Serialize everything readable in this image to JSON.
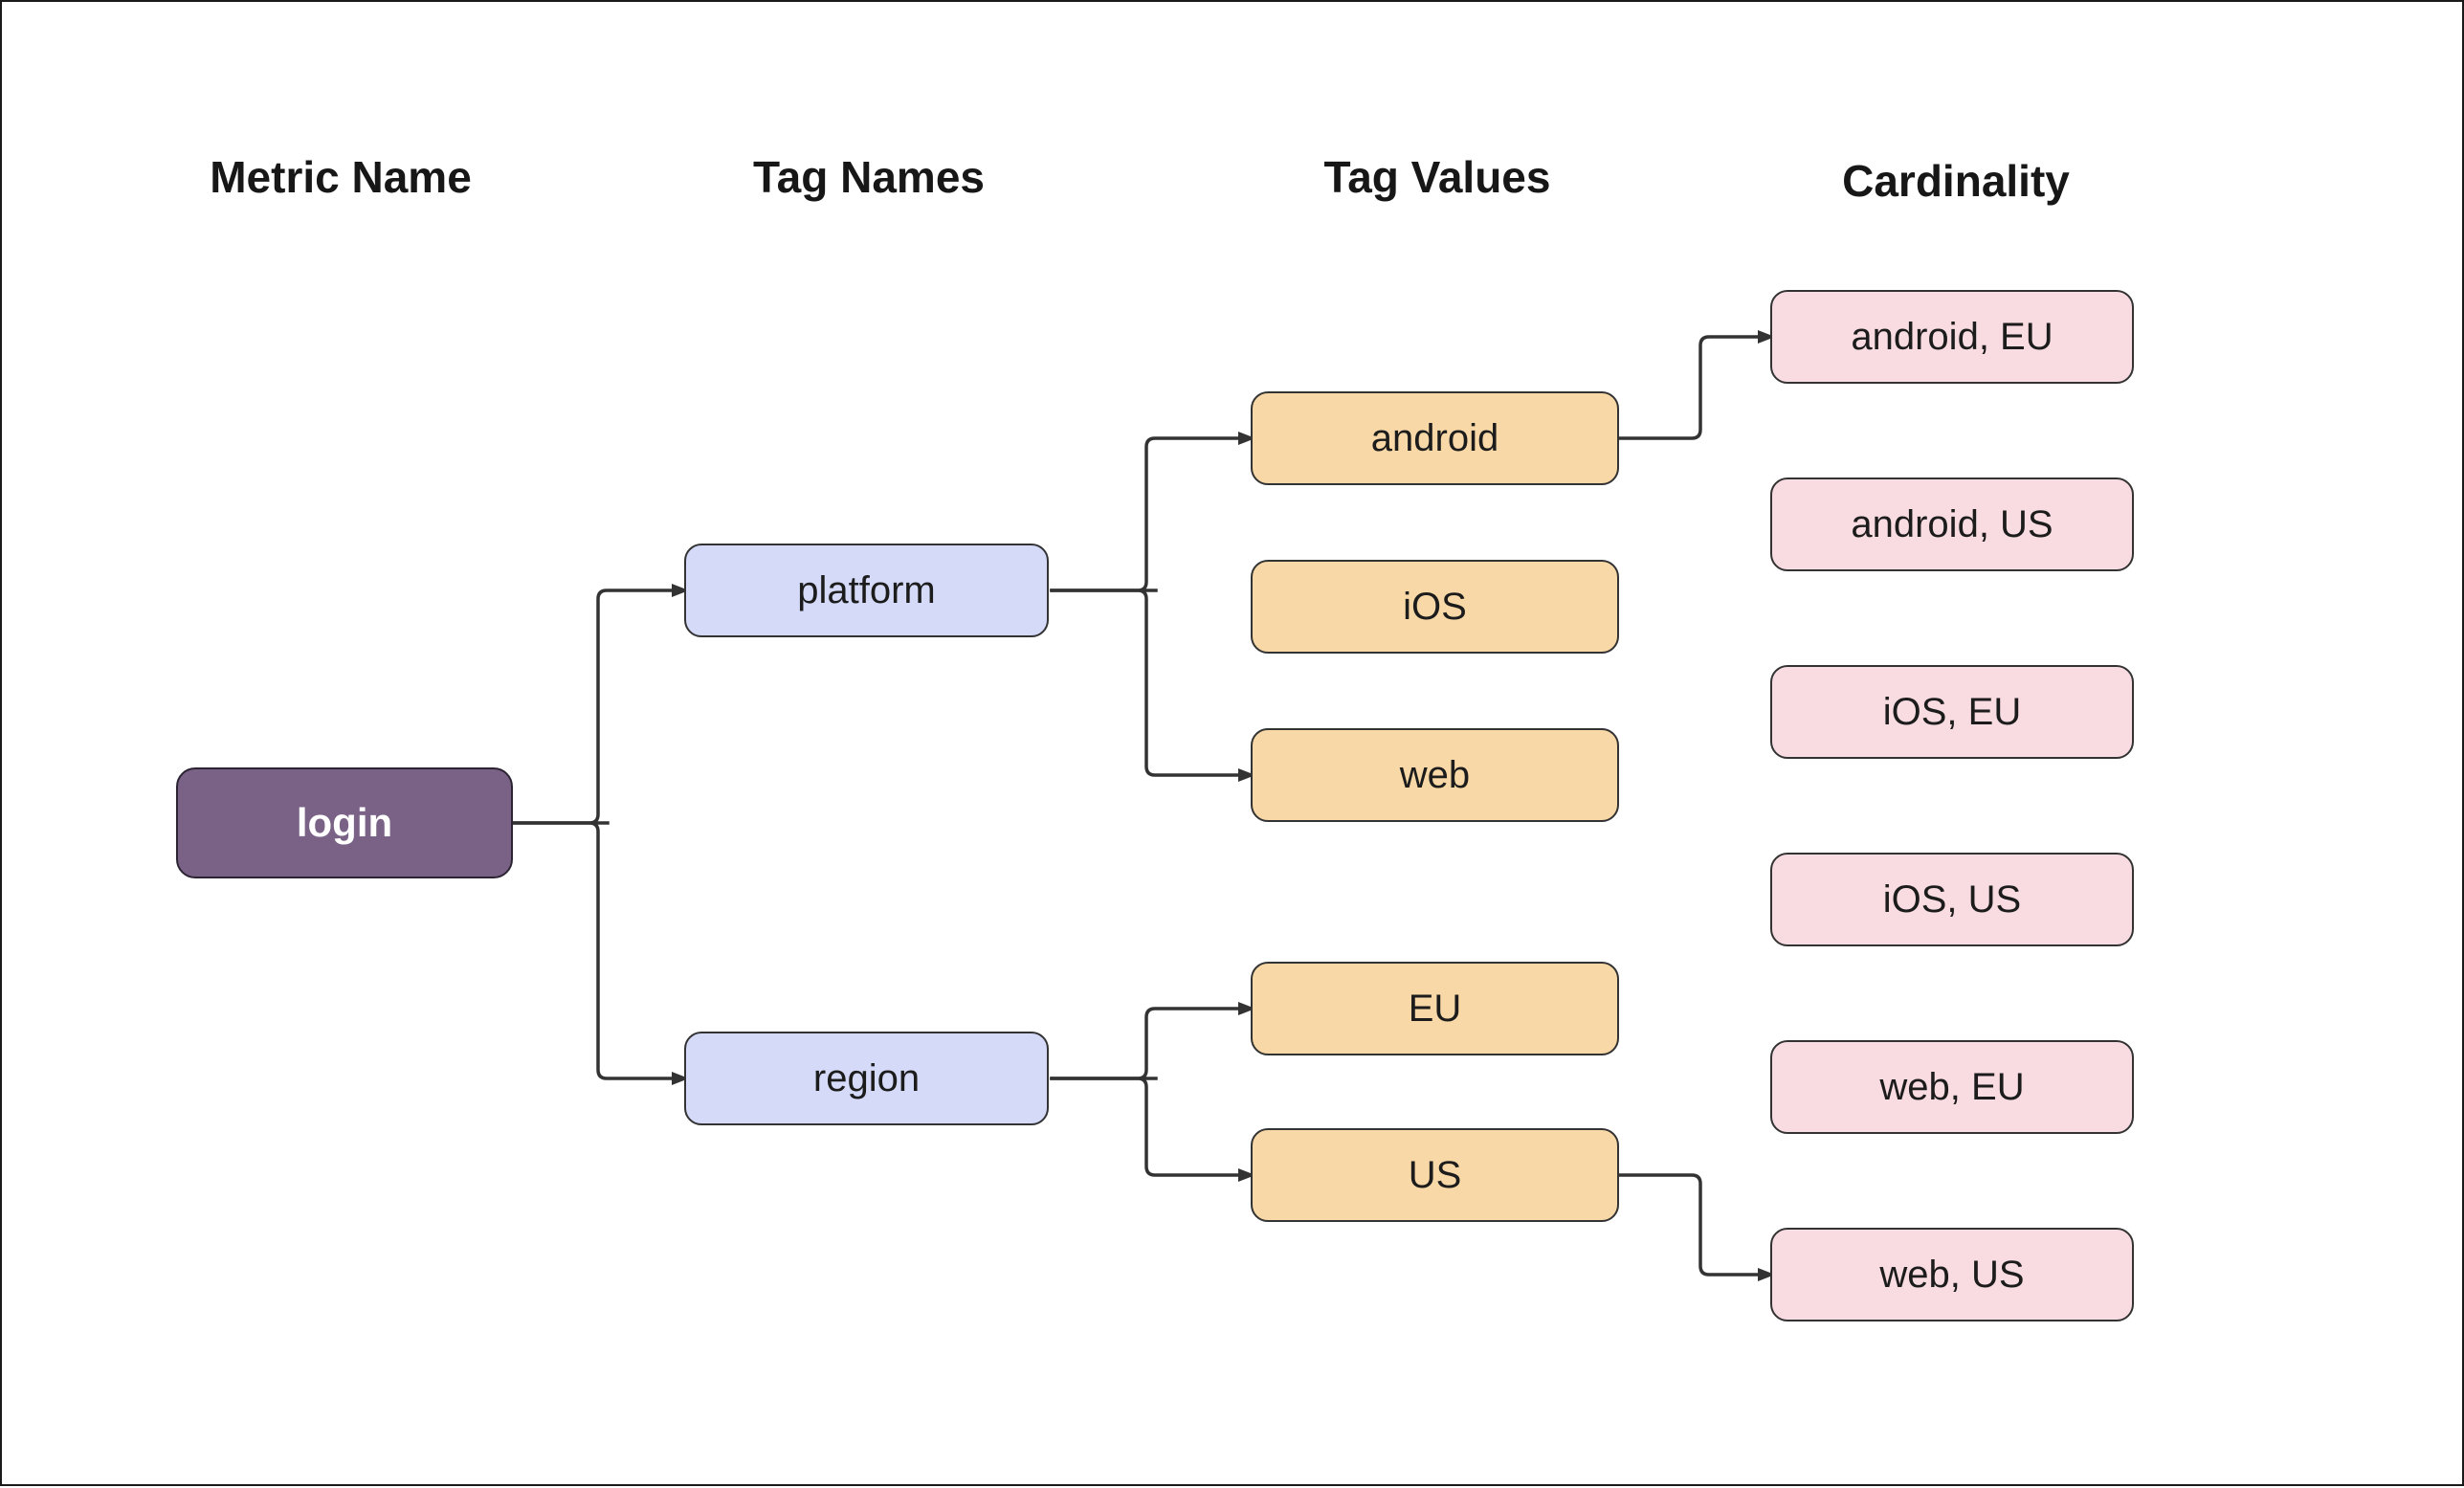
{
  "diagram": {
    "title_columns": [
      {
        "label": "Metric Name"
      },
      {
        "label": "Tag Names"
      },
      {
        "label": "Tag Values"
      },
      {
        "label": "Cardinality"
      }
    ],
    "nodes": {
      "login": {
        "label": "login",
        "column": "Metric Name"
      },
      "platform": {
        "label": "platform",
        "column": "Tag Names"
      },
      "region": {
        "label": "region",
        "column": "Tag Names"
      },
      "android": {
        "label": "android",
        "column": "Tag Values"
      },
      "ios": {
        "label": "iOS",
        "column": "Tag Values"
      },
      "web": {
        "label": "web",
        "column": "Tag Values"
      },
      "eu": {
        "label": "EU",
        "column": "Tag Values"
      },
      "us": {
        "label": "US",
        "column": "Tag Values"
      },
      "android_eu": {
        "label": "android, EU",
        "column": "Cardinality"
      },
      "android_us": {
        "label": "android, US",
        "column": "Cardinality"
      },
      "ios_eu": {
        "label": "iOS, EU",
        "column": "Cardinality"
      },
      "ios_us": {
        "label": "iOS, US",
        "column": "Cardinality"
      },
      "web_eu": {
        "label": "web, EU",
        "column": "Cardinality"
      },
      "web_us": {
        "label": "web, US",
        "column": "Cardinality"
      }
    },
    "edges": [
      {
        "from": "login",
        "to": "platform",
        "arrow": true
      },
      {
        "from": "login",
        "to": "region",
        "arrow": true
      },
      {
        "from": "platform",
        "to": "android",
        "arrow": true
      },
      {
        "from": "platform",
        "to": "web",
        "arrow": true
      },
      {
        "from": "region",
        "to": "EU",
        "arrow": true
      },
      {
        "from": "region",
        "to": "US",
        "arrow": true
      },
      {
        "from": "android",
        "to": "android, EU",
        "arrow": true
      },
      {
        "from": "US",
        "to": "web, US",
        "arrow": true
      }
    ],
    "colors": {
      "background": "#ffffff",
      "canvas_border": "#1a1a1a",
      "metric_fill": "#7a6287",
      "metric_text": "#ffffff",
      "tag_name_fill": "#d4daf8",
      "tag_value_fill": "#f8d8a6",
      "cardinality_fill": "#f8dce1",
      "node_border": "#333333",
      "edge_color": "#333333",
      "label_text": "#1c1c1c",
      "header_text": "#171717"
    }
  }
}
